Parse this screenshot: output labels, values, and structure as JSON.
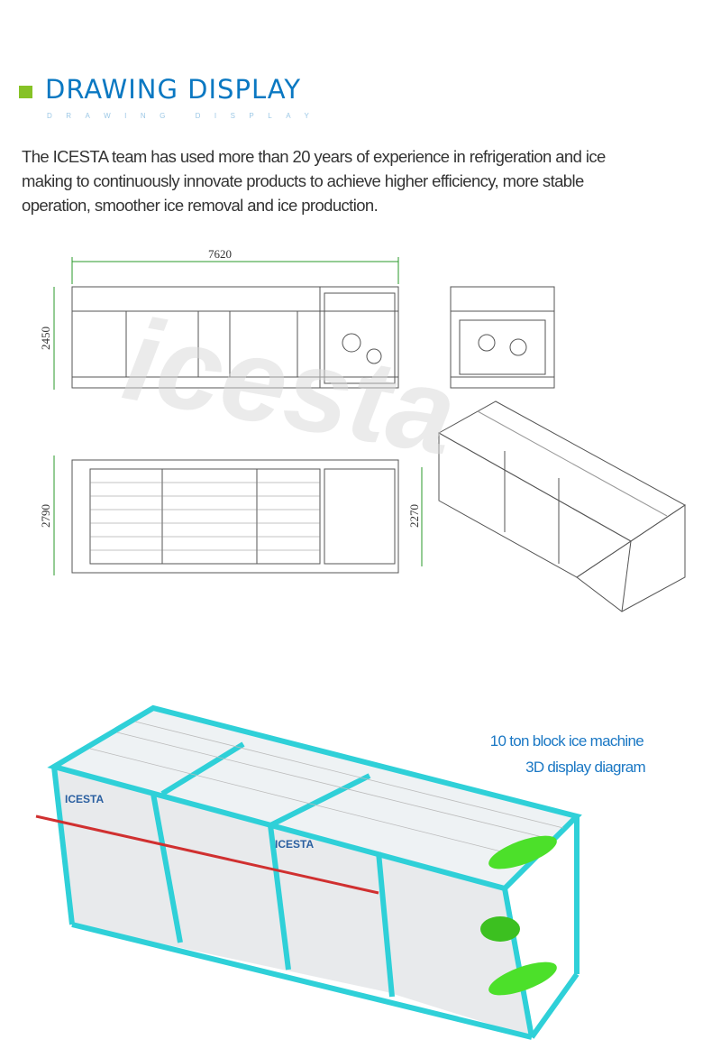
{
  "section": {
    "title": "DRAWING DISPLAY",
    "subtitle": "DRAWING DISPLAY",
    "accent": "#86c226",
    "title_color": "#0a78c2"
  },
  "description": "The ICESTA team has used more than 20 years of experience in refrigeration and ice making to continuously innovate products to achieve higher efficiency, more stable operation, smoother ice removal and ice production.",
  "drawings": {
    "dimensions": {
      "length": "7620",
      "height": "2450",
      "width": "2790",
      "inner_width": "2270"
    },
    "watermark": "icesta"
  },
  "model3d": {
    "caption_line1": "10 ton block ice machine",
    "caption_line2": "3D display diagram",
    "logo": "ICESTA",
    "frame_color": "#2fd0d8",
    "tank_color": "#4ce02a"
  }
}
